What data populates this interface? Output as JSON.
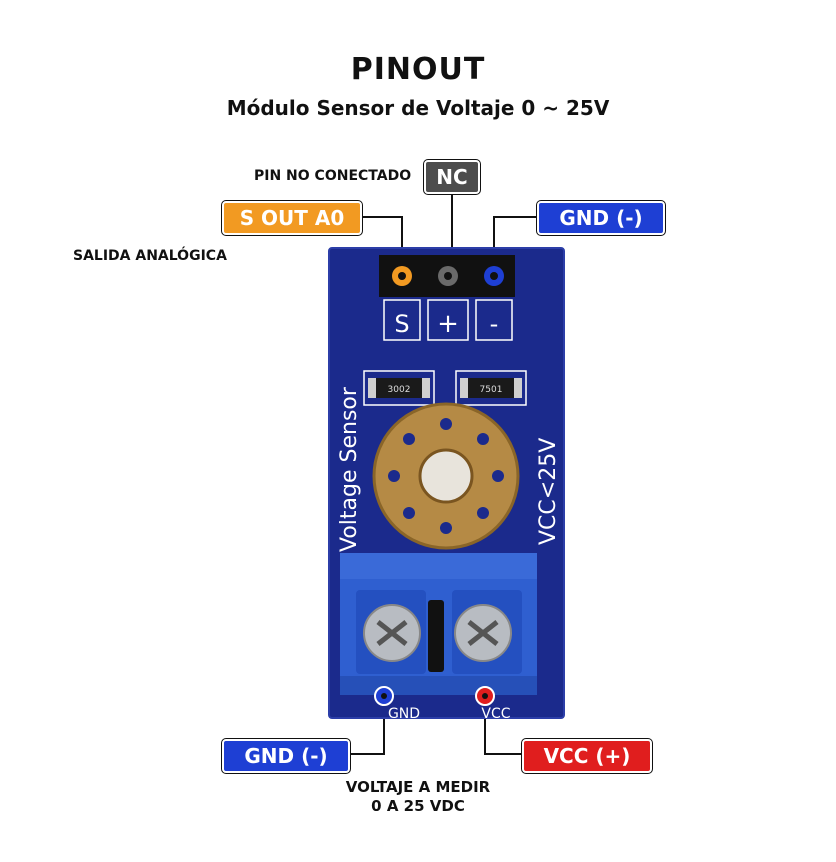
{
  "header": {
    "title": "PINOUT",
    "subtitle": "Módulo Sensor de Voltaje 0 ~ 25V"
  },
  "labels": {
    "nc_note": "PIN NO CONECTADO",
    "nc_tag": "NC",
    "sout_tag": "S OUT A0",
    "sout_note": "SALIDA ANALÓGICA",
    "gnd_top_tag": "GND (-)",
    "gnd_bottom_tag": "GND (-)",
    "vcc_bottom_tag": "VCC (+)",
    "measure_note_line1": "VOLTAJE A MEDIR",
    "measure_note_line2": "0 A 25 VDC"
  },
  "board": {
    "pin_marks": [
      "S",
      "+",
      "-"
    ],
    "vertical_text_left": "Voltage Sensor",
    "vertical_text_right": "VCC<25V",
    "resistor_left": "3002",
    "resistor_right": "7501",
    "terminal_left": "GND",
    "terminal_right": "VCC"
  },
  "colors": {
    "board": "#1b2a8c",
    "orange": "#f29a22",
    "gray": "#4d4d4d",
    "blue": "#1e3fd4",
    "red": "#e01e1e",
    "terminal": "#2f5fd0"
  }
}
